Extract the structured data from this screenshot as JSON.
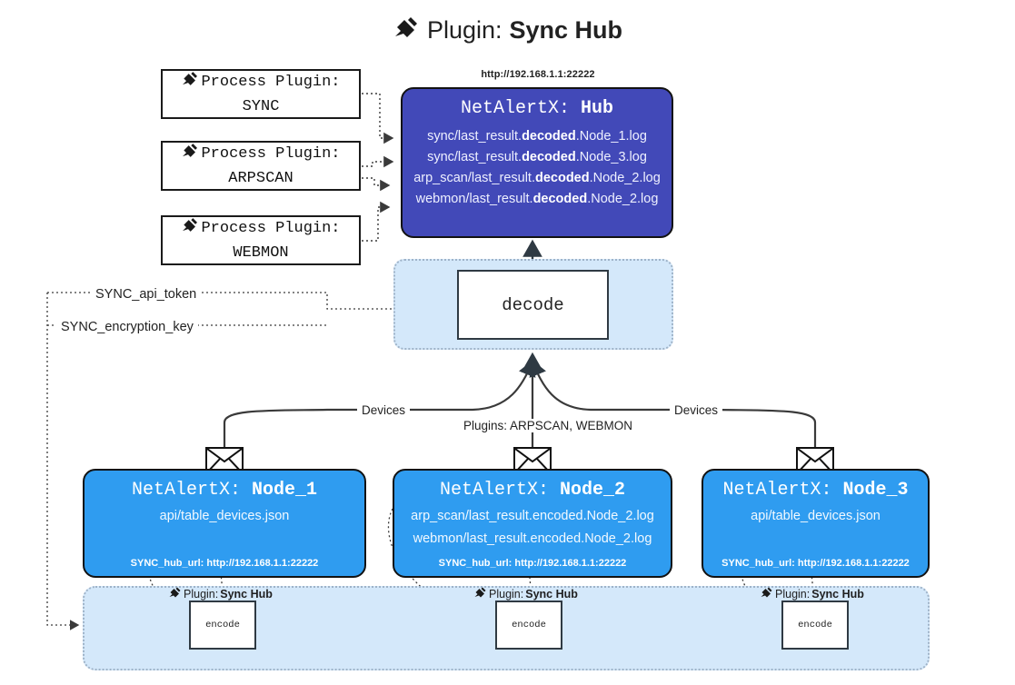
{
  "title": {
    "icon": "plug-icon",
    "prefix": "Plugin:",
    "name": "Sync Hub"
  },
  "process_plugins": [
    {
      "icon": "plug-icon",
      "line1": "Process Plugin:",
      "line2": "SYNC"
    },
    {
      "icon": "plug-icon",
      "line1": "Process Plugin:",
      "line2": "ARPSCAN"
    },
    {
      "icon": "plug-icon",
      "line1": "Process Plugin:",
      "line2": "WEBMON"
    }
  ],
  "hub": {
    "url": "http://192.168.1.1:22222",
    "title_prefix": "NetAlertX: ",
    "title_name": "Hub",
    "color": "#4249b8",
    "logs": [
      {
        "pre": "sync/last_result.",
        "mid": "decoded",
        "post": ".Node_1.log"
      },
      {
        "pre": "sync/last_result.",
        "mid": "decoded",
        "post": ".Node_3.log"
      },
      {
        "pre": "arp_scan/last_result.",
        "mid": "decoded",
        "post": ".Node_2.log"
      },
      {
        "pre": "webmon/last_result.",
        "mid": "decoded",
        "post": ".Node_2.log"
      }
    ]
  },
  "decode": {
    "label": "decode",
    "container_color": "#d4e8fa"
  },
  "keys": {
    "api_token": "SYNC_api_token",
    "encryption_key": "SYNC_encryption_key"
  },
  "edge_labels": {
    "devices_left": "Devices",
    "devices_right": "Devices",
    "plugins_middle": "Plugins: ARPSCAN, WEBMON"
  },
  "nodes": [
    {
      "title_prefix": "NetAlertX: ",
      "title_name": "Node_1",
      "color": "#2f9cf0",
      "icon": "envelope-icon",
      "logs": [
        "api/table_devices.json"
      ],
      "hub_url_label": "SYNC_hub_url: http://192.168.1.1:22222"
    },
    {
      "title_prefix": "NetAlertX: ",
      "title_name": "Node_2",
      "color": "#2f9cf0",
      "icon": "envelope-icon",
      "logs": [
        "arp_scan/last_result.encoded.Node_2.log",
        "webmon/last_result.encoded.Node_2.log"
      ],
      "hub_url_label": "SYNC_hub_url: http://192.168.1.1:22222"
    },
    {
      "title_prefix": "NetAlertX: ",
      "title_name": "Node_3",
      "color": "#2f9cf0",
      "icon": "envelope-icon",
      "logs": [
        "api/table_devices.json"
      ],
      "hub_url_label": "SYNC_hub_url: http://192.168.1.1:22222"
    }
  ],
  "encode_sections": [
    {
      "icon": "plug-icon",
      "caption_prefix": "Plugin: ",
      "caption_name": "Sync Hub",
      "box_label": "encode"
    },
    {
      "icon": "plug-icon",
      "caption_prefix": "Plugin: ",
      "caption_name": "Sync Hub",
      "box_label": "encode"
    },
    {
      "icon": "plug-icon",
      "caption_prefix": "Plugin: ",
      "caption_name": "Sync Hub",
      "box_label": "encode"
    }
  ]
}
